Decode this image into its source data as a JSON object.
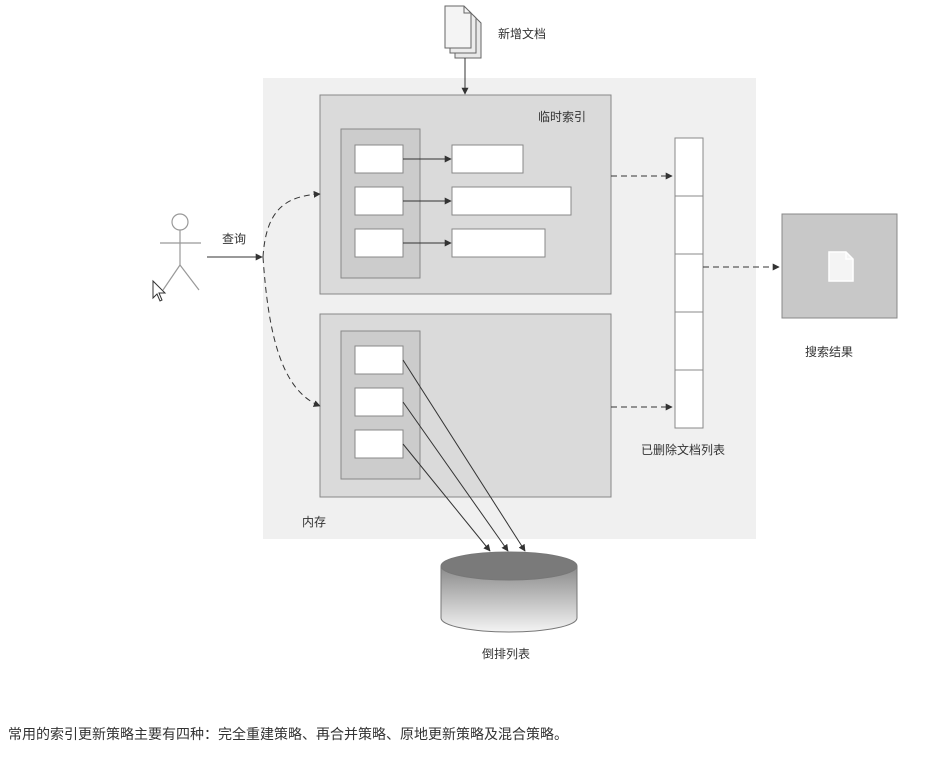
{
  "diagram": {
    "labels": {
      "new_doc": "新增文档",
      "temp_index": "临时索引",
      "query": "查询",
      "memory": "内存",
      "deleted_list": "已删除文档列表",
      "search_result": "搜索结果",
      "inverted_list": "倒排列表"
    }
  },
  "caption": "常用的索引更新策略主要有四种：完全重建策略、再合并策略、原地更新策略及混合策略。"
}
